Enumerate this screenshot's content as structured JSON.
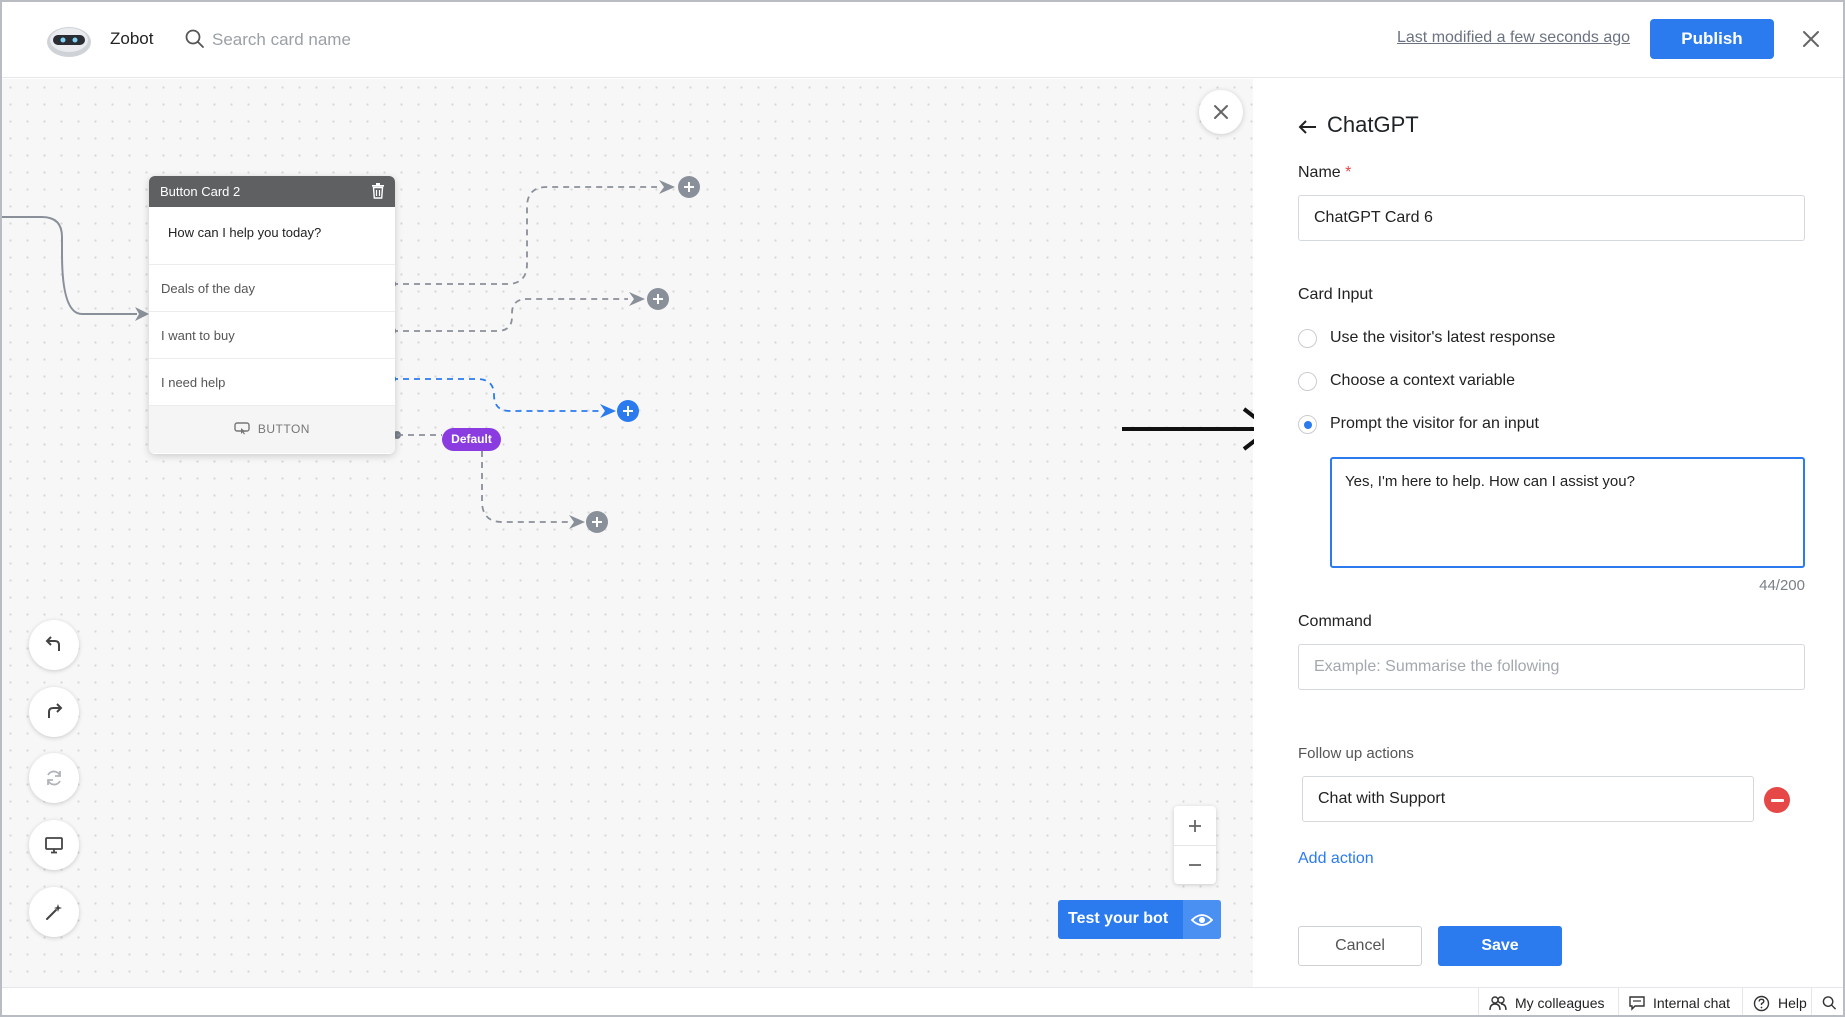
{
  "header": {
    "app_name": "Zobot",
    "search_placeholder": "Search card name",
    "last_modified": "Last modified a few seconds ago",
    "publish_label": "Publish"
  },
  "canvas": {
    "card": {
      "title": "Button Card 2",
      "message": "How can I help you today?",
      "options": [
        "Deals of the day",
        "I want to buy",
        "I need help"
      ],
      "footer_label": "BUTTON"
    },
    "default_badge": "Default",
    "test_bot_label": "Test your bot"
  },
  "panel": {
    "title": "ChatGPT",
    "name_label": "Name",
    "name_required_mark": "*",
    "name_value": "ChatGPT Card 6",
    "card_input_label": "Card Input",
    "radio_options": [
      {
        "label": "Use the visitor's latest response",
        "selected": false
      },
      {
        "label": "Choose a context variable",
        "selected": false
      },
      {
        "label": "Prompt the visitor for an input",
        "selected": true
      }
    ],
    "prompt_value": "Yes, I'm here to help. How can I assist you?",
    "prompt_counter": "44/200",
    "command_label": "Command",
    "command_placeholder": "Example: Summarise the following",
    "follow_up_label": "Follow up actions",
    "follow_up_action": "Chat with Support",
    "add_action_label": "Add action",
    "cancel_label": "Cancel",
    "save_label": "Save"
  },
  "footer": {
    "colleagues": "My colleagues",
    "internal_chat": "Internal chat",
    "help": "Help"
  },
  "colors": {
    "primary": "#2b7bef",
    "badge_purple": "#8a3ce0",
    "danger": "#e64747",
    "card_header": "#5f6062"
  }
}
